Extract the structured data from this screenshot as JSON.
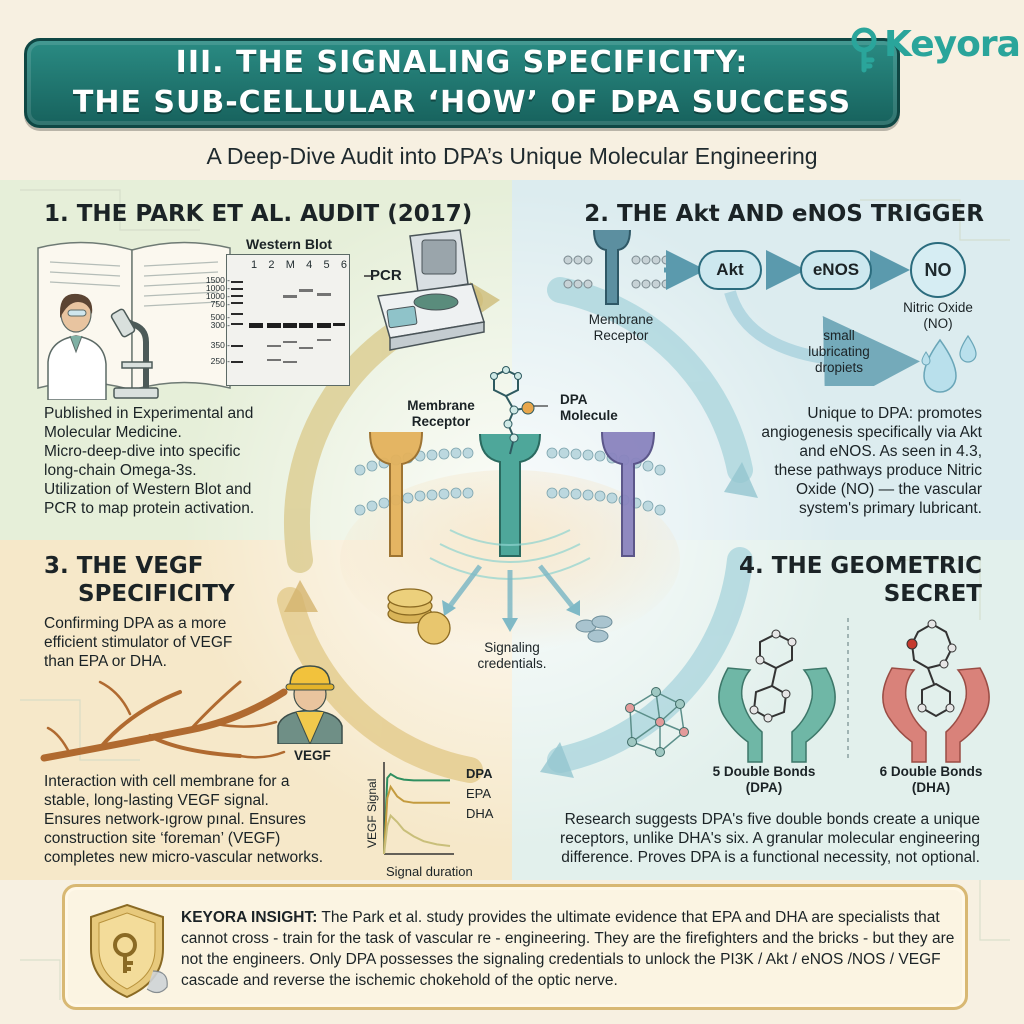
{
  "header": {
    "title_line1": "III. THE SIGNALING SPECIFICITY:",
    "title_line2": "THE SUB-CELLULAR ‘HOW’ OF DPA SUCCESS",
    "subtitle": "A Deep-Dive Audit into DPA’s Unique Molecular Engineering",
    "brand": "Keyora"
  },
  "colors": {
    "banner": "#1f7770",
    "brand": "#2aa59b",
    "accent_gold": "#d9a441",
    "accent_blue": "#2b6c7e"
  },
  "section1": {
    "title": "1. THE PARK ET AL. AUDIT (2017)",
    "western_blot_label": "Western Blot",
    "lane_labels": [
      "1",
      "2",
      "M",
      "4",
      "5",
      "6"
    ],
    "ladder_labels": [
      "1500 -",
      "1000 -",
      "1000 -",
      "750 -",
      "500 -",
      "300 -",
      "350 -",
      "250 -"
    ],
    "pcr_label": "PCR",
    "text_lines": [
      "Published in Experimental and",
      "Molecular Medicine.",
      "Micro-deep-dive into specific",
      "long-chain Omega-3s.",
      "Utilization of Western Blot and",
      "PCR to map protein activation."
    ]
  },
  "section2": {
    "title": "2. THE Akt AND eNOS TRIGGER",
    "receptor_label_line1": "Membrane",
    "receptor_label_line2": "Receptor",
    "akt": "Akt",
    "enos": "eNOS",
    "no": "NO",
    "no_label_line1": "Nitric Oxide",
    "no_label_line2": "(NO)",
    "droplets_line1": "small",
    "droplets_line2": "lubricating",
    "droplets_line3": "dropiets",
    "text_lines": [
      "Unique to DPA: promotes",
      "angiogenesis specifically via Akt",
      "and eNOS. As seen in 4.3,",
      "these pathways produce Nitric",
      "Oxide (NO) — the vascular",
      "system's primary lubricant."
    ]
  },
  "center": {
    "receptor_line1": "Membrane",
    "receptor_line2": "Receptor",
    "dpa_line1": "DPA",
    "dpa_line2": "Molecule",
    "credentials_line1": "Signaling",
    "credentials_line2": "credentials."
  },
  "section3": {
    "title_line1": "3. THE VEGF",
    "title_line2": "SPECIFICITY",
    "intro_lines": [
      "Confirming DPA as a more",
      "efficient stimulator of VEGF",
      "than EPA or DHA."
    ],
    "foreman_label": "VEGF",
    "text_lines": [
      "Interaction with cell membrane for a",
      "stable, long-lasting VEGF signal.",
      "Ensures network-ıgrow pınal. Ensures",
      "construction site ‘foreman’ (VEGF)",
      "completes new micro-vascular networks."
    ]
  },
  "chart_data": {
    "type": "line",
    "xlabel": "Signal duration",
    "ylabel": "VEGF Signal",
    "x": [
      0,
      0.05,
      0.1,
      0.2,
      0.3,
      0.45,
      0.6,
      0.8,
      1.0
    ],
    "series": [
      {
        "name": "DPA",
        "color": "#2f8f60",
        "values": [
          0,
          0.95,
          1.0,
          0.95,
          0.93,
          0.92,
          0.92,
          0.92,
          0.92
        ]
      },
      {
        "name": "EPA",
        "color": "#c49b3e",
        "values": [
          0,
          0.7,
          0.84,
          0.72,
          0.66,
          0.64,
          0.64,
          0.64,
          0.64
        ]
      },
      {
        "name": "DHA",
        "color": "#c9bf7a",
        "values": [
          0,
          0.35,
          0.48,
          0.4,
          0.3,
          0.22,
          0.16,
          0.12,
          0.1
        ]
      }
    ],
    "ylim": [
      0,
      1.1
    ],
    "grid": false,
    "legend": "right"
  },
  "section4": {
    "title_line1": "4. THE GEOMETRIC",
    "title_line2": "SECRET",
    "dpa_label_line1": "5 Double Bonds",
    "dpa_label_line2": "(DPA)",
    "dha_label_line1": "6 Double Bonds",
    "dha_label_line2": "(DHA)",
    "text_lines": [
      "Research suggests DPA's five double bonds create a unique",
      "receptors, unlike DHA's six. A granular molecular engineering",
      "difference. Proves DPA is a functional necessity, not optional."
    ]
  },
  "insight": {
    "heading": "KEYORA INSIGHT:",
    "text": " The Park et al. study provides the ultimate evidence that EPA and DHA are specialists that cannot cross - train for the task of vascular re - engineering. They are the firefighters and the bricks - but they are not the engineers. Only DPA possesses the signaling credentials to unlock the PI3K / Akt / eNOS /NOS / VEGF cascade and reverse the ischemic chokehold of the optic nerve."
  }
}
